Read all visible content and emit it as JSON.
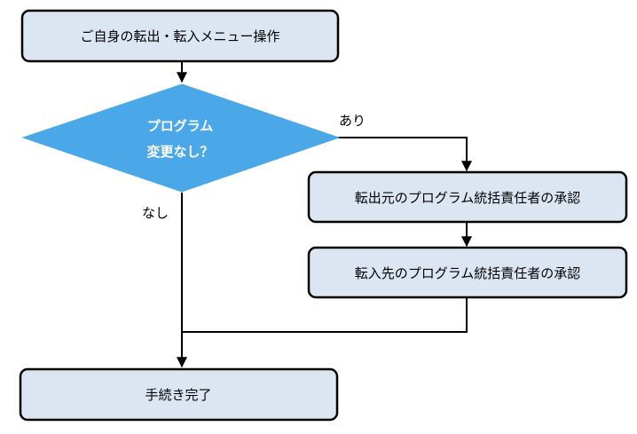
{
  "colors": {
    "box_fill": "#dce6f2",
    "box_stroke": "#000000",
    "decision_fill": "#4aa8e8",
    "decision_text": "#ffffff",
    "line": "#000000"
  },
  "nodes": {
    "start": {
      "label": "ご自身の転出・転入メニュー操作"
    },
    "decision": {
      "line1": "プログラム",
      "line2": "変更なし？"
    },
    "approve_out": {
      "label": "転出元のプログラム統括責任者の承認"
    },
    "approve_in": {
      "label": "転入先のプログラム統括責任者の承認"
    },
    "end": {
      "label": "手続き完了"
    }
  },
  "edges": {
    "yes_label": "あり",
    "no_label": "なし"
  }
}
